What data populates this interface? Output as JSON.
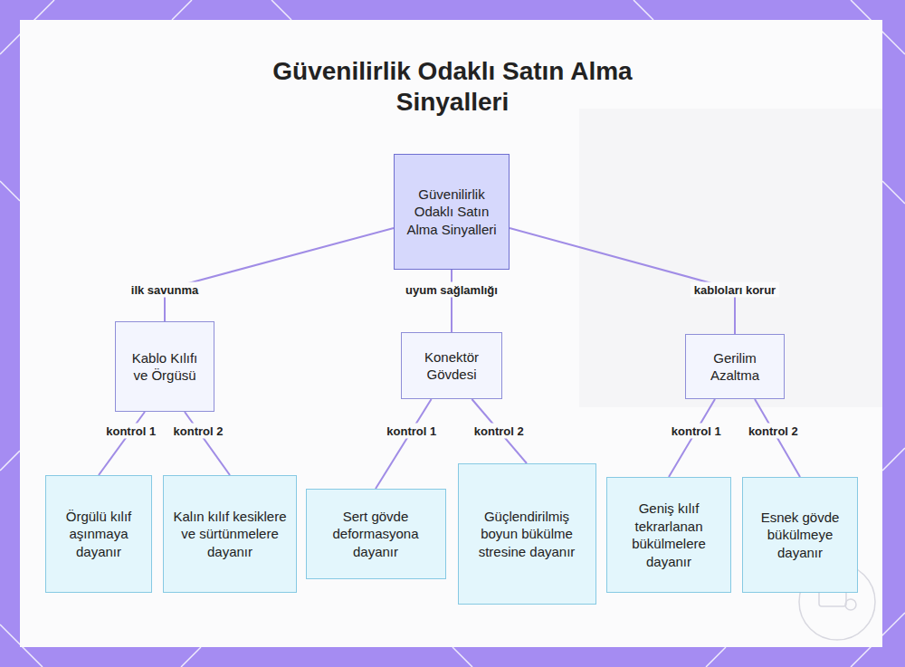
{
  "diagram": {
    "title": "Güvenilirlik Odaklı Satın Alma Sinyalleri",
    "nodes": [
      {
        "text": [
          "Güvenilirlik Odaklı Satın Alma Sinyalleri"
        ]
      },
      {
        "text": [
          "Kablo Kılıfı ve Örgüsü"
        ]
      },
      {
        "text": [
          "Konektör Gövdesi"
        ]
      },
      {
        "text": [
          "Gerilim Azaltma"
        ]
      },
      {
        "text": [
          "Örgülü kılıf aşınmaya dayanır"
        ]
      },
      {
        "text": [
          "Kalın kılıf kesiklere ve sürtünmelere dayanır"
        ]
      },
      {
        "text": [
          "Sert gövde deformasyona dayanır"
        ]
      },
      {
        "text": [
          "Güçlendirilmiş boyun bükülme stresine dayanır"
        ]
      },
      {
        "text": [
          "Geniş kılıf tekrarlanan bükülmelere dayanır"
        ]
      },
      {
        "text": [
          "Esnek gövde bükülmeye dayanır"
        ]
      }
    ],
    "edges": [
      {
        "from": 0,
        "to": 1,
        "label": "ilk savunma",
        "arrow": "none"
      },
      {
        "from": 0,
        "to": 2,
        "label": "uyum sağlamlığı",
        "arrow": "none"
      },
      {
        "from": 0,
        "to": 3,
        "label": "kabloları korur",
        "arrow": "none"
      },
      {
        "from": 1,
        "to": 4,
        "label": "kontrol 1",
        "arrow": "none"
      },
      {
        "from": 1,
        "to": 5,
        "label": "kontrol 2",
        "arrow": "none"
      },
      {
        "from": 2,
        "to": 6,
        "label": "kontrol 1",
        "arrow": "none"
      },
      {
        "from": 2,
        "to": 7,
        "label": "kontrol 2",
        "arrow": "none"
      },
      {
        "from": 3,
        "to": 8,
        "label": "kontrol 1",
        "arrow": "none"
      },
      {
        "from": 3,
        "to": 9,
        "label": "kontrol 2",
        "arrow": "none"
      }
    ]
  }
}
